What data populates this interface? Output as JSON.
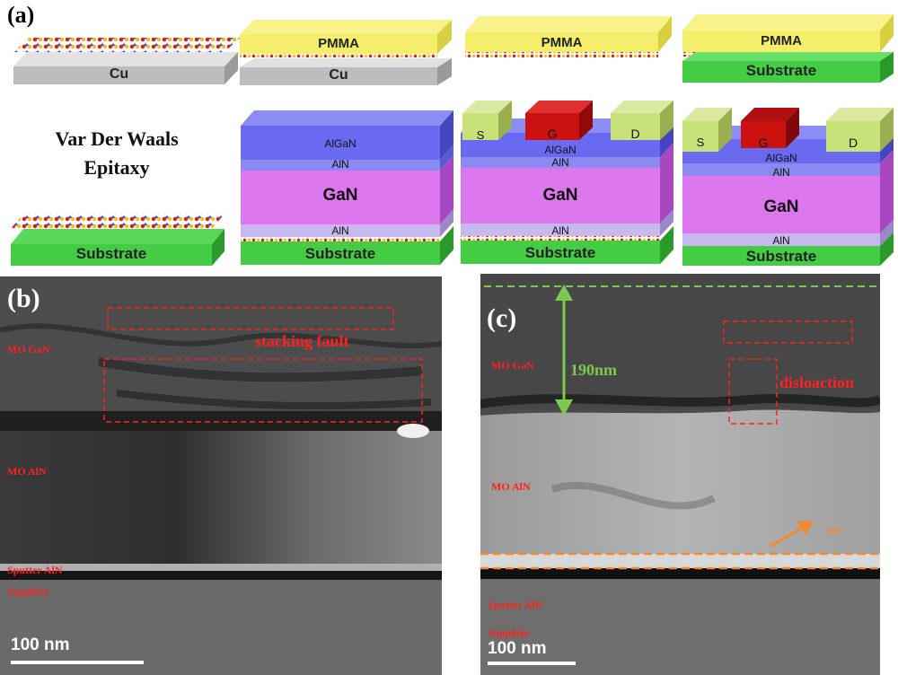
{
  "panel_a": {
    "label": "(a)",
    "title_line1": "Var Der Waals",
    "title_line2": "Epitaxy",
    "top_row": {
      "step1": {
        "base": "Cu"
      },
      "step2": {
        "top": "PMMA",
        "base": "Cu"
      },
      "step3": {
        "top": "PMMA"
      },
      "step4": {
        "top": "PMMA",
        "base": "Substrate"
      }
    },
    "bottom_row": {
      "step0": {
        "base": "Substrate"
      },
      "device1": {
        "barrier": "AlGaN",
        "spacer": "AlN",
        "channel": "GaN",
        "nucleation": "AlN",
        "base": "Substrate"
      },
      "device2": {
        "source": "S",
        "gate": "G",
        "drain": "D",
        "barrier": "AlGaN",
        "spacer": "AlN",
        "channel": "GaN",
        "nucleation": "AlN",
        "base": "Substrate"
      },
      "device3": {
        "source": "S",
        "gate": "G",
        "drain": "D",
        "barrier": "AlGaN",
        "spacer": "AlN",
        "channel": "GaN",
        "nucleation": "AlN",
        "base": "Substrate"
      }
    }
  },
  "panel_b": {
    "label": "(b)",
    "annotation": "stacking fault",
    "layers": [
      "MO GaN",
      "MO AlN",
      "Sputter AlN",
      "Sapphire"
    ],
    "scale": "100 nm"
  },
  "panel_c": {
    "label": "(c)",
    "thickness": "190nm",
    "annotation": "disloaction",
    "bn_label": "BN",
    "layers": [
      "MO GaN",
      "MO AlN",
      "Sputter AlN",
      "Sapphire"
    ],
    "scale": "100 nm"
  },
  "colors": {
    "pmma": "#f4ee6a",
    "cu": "#c8c8c8",
    "substrate": "#44cc44",
    "algan": "#6a6af0",
    "gan": "#dd77ee",
    "aln": "#c8b8f0",
    "gate": "#cc1111",
    "contact": "#c8e27a",
    "annotation_red": "#ff2020",
    "annotation_green": "#7ec850",
    "annotation_orange": "#f08a30"
  }
}
